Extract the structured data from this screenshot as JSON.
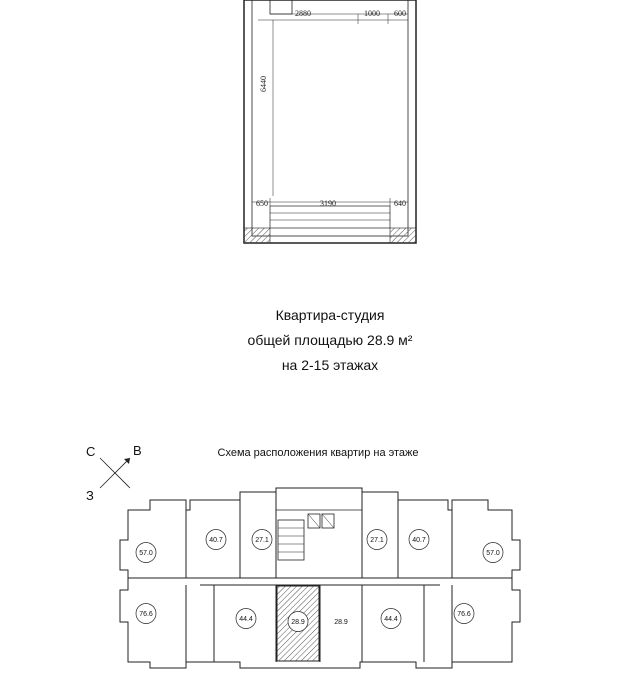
{
  "plan": {
    "dimensions": {
      "top_left": "2880",
      "top_mid": "1000",
      "top_right": "600",
      "side": "6440",
      "bottom_left": "650",
      "bottom_mid": "3190",
      "bottom_right": "640"
    }
  },
  "title": {
    "line1": "Квартира-студия",
    "line2": "общей площадью 28.9 м²",
    "line3": "на 2-15 этажах"
  },
  "compass": {
    "north": "С",
    "east": "В",
    "west": "З"
  },
  "scheme": {
    "title": "Схема расположения квартир на этаже",
    "areas_top": [
      "57.0",
      "40.7",
      "27.1",
      "27.1",
      "40.7",
      "57.0"
    ],
    "areas_bottom": [
      "76.6",
      "44.4",
      "28.9",
      "28.9",
      "44.4",
      "76.6"
    ],
    "highlighted": "28.9"
  },
  "colors": {
    "line": "#222222",
    "highlight_hatch": "#555555"
  }
}
